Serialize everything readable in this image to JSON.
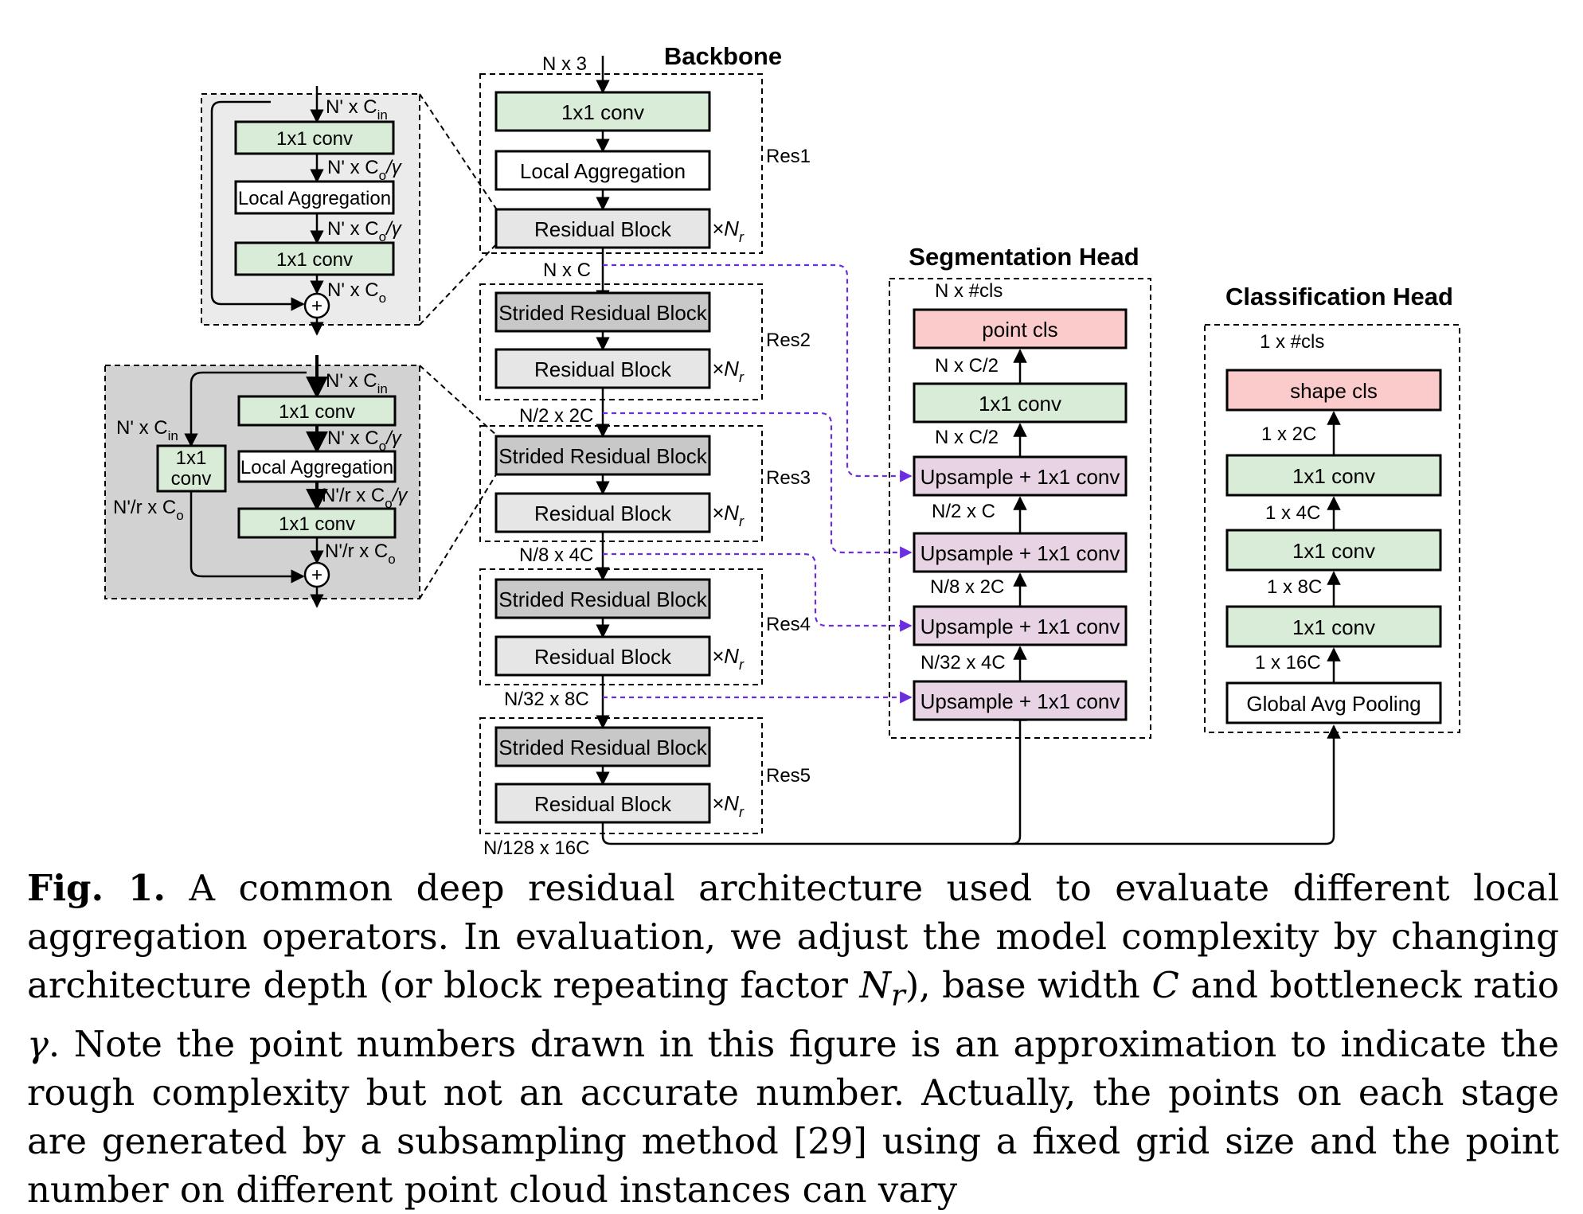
{
  "backbone": {
    "title": "Backbone",
    "input_label": "N x 3",
    "res1_label": "Res1",
    "res2_label": "Res2",
    "res3_label": "Res3",
    "res4_label": "Res4",
    "res5_label": "Res5",
    "conv_label": "1x1 conv",
    "local_agg_label": "Local Aggregation",
    "residual_label": "Residual Block",
    "strided_label": "Strided Residual Block",
    "repeat_label": "×N",
    "repeat_sub": "r",
    "dim1": "N x C",
    "dim2": "N/2 x 2C",
    "dim3": "N/8 x 4C",
    "dim4": "N/32 x 8C",
    "dim5": "N/128 x 16C"
  },
  "residual_detail": {
    "n_prime": "N' x C",
    "in_sub": "in",
    "o_sub": "o",
    "gamma_suffix": "/γ",
    "conv_label": "1x1 conv",
    "local_agg_label": "Local Aggregation",
    "n_prime_co_gamma": "N' x C",
    "n_prime_co": "N' x C",
    "plus": "+"
  },
  "strided_detail": {
    "n_prime": "N' x C",
    "shortcut_in": "N' x C",
    "shortcut_out": "N'/r x C",
    "n_r_co_gamma": "N'/r x C",
    "n_r_co": "N'/r x C",
    "shortcut_conv_1": "1x1",
    "shortcut_conv_2": "conv"
  },
  "segmentation_head": {
    "title": "Segmentation Head",
    "out_label": "N x #cls",
    "point_cls": "point cls",
    "conv_label": "1x1 conv",
    "upsample_label": "Upsample + 1x1 conv",
    "dim_c2_a": "N x C/2",
    "dim_c2_b": "N x C/2",
    "dim_n2": "N/2 x C",
    "dim_n8": "N/8 x 2C",
    "dim_n32": "N/32 x 4C"
  },
  "classification_head": {
    "title": "Classification Head",
    "out_label": "1 x #cls",
    "shape_cls": "shape cls",
    "conv_label": "1x1 conv",
    "pool_label": "Global Avg Pooling",
    "dim_2c": "1 x 2C",
    "dim_4c": "1 x 4C",
    "dim_8c": "1 x 8C",
    "dim_16c": "1 x 16C"
  },
  "caption": {
    "label": "Fig. 1.",
    "text_1": "A common deep residual architecture used to evaluate different local aggregation operators. In evaluation, we adjust the model complexity by changing architecture depth (or block repeating factor ",
    "nr": "N",
    "nr_sub": "r",
    "text_2": "), base width ",
    "c": "C",
    "text_3": " and bottleneck ratio ",
    "gamma": "γ",
    "text_4": ". Note the point numbers drawn in this figure is an approximation to indicate the rough complexity but not an accurate number. Actually, the points on each stage are generated by a subsampling method [29] using a fixed grid size and the point number on different point cloud instances can vary"
  },
  "colors": {
    "green": "#d8ecd8",
    "gray_light": "#e6e6e6",
    "gray_dark": "#c8c8c8",
    "pink": "#fbcaca",
    "lilac": "#e7d3e3",
    "purple_arrow": "#6a2ee0",
    "detail_bg_light": "#ebebeb",
    "detail_bg_dark": "#d2d2d2"
  }
}
